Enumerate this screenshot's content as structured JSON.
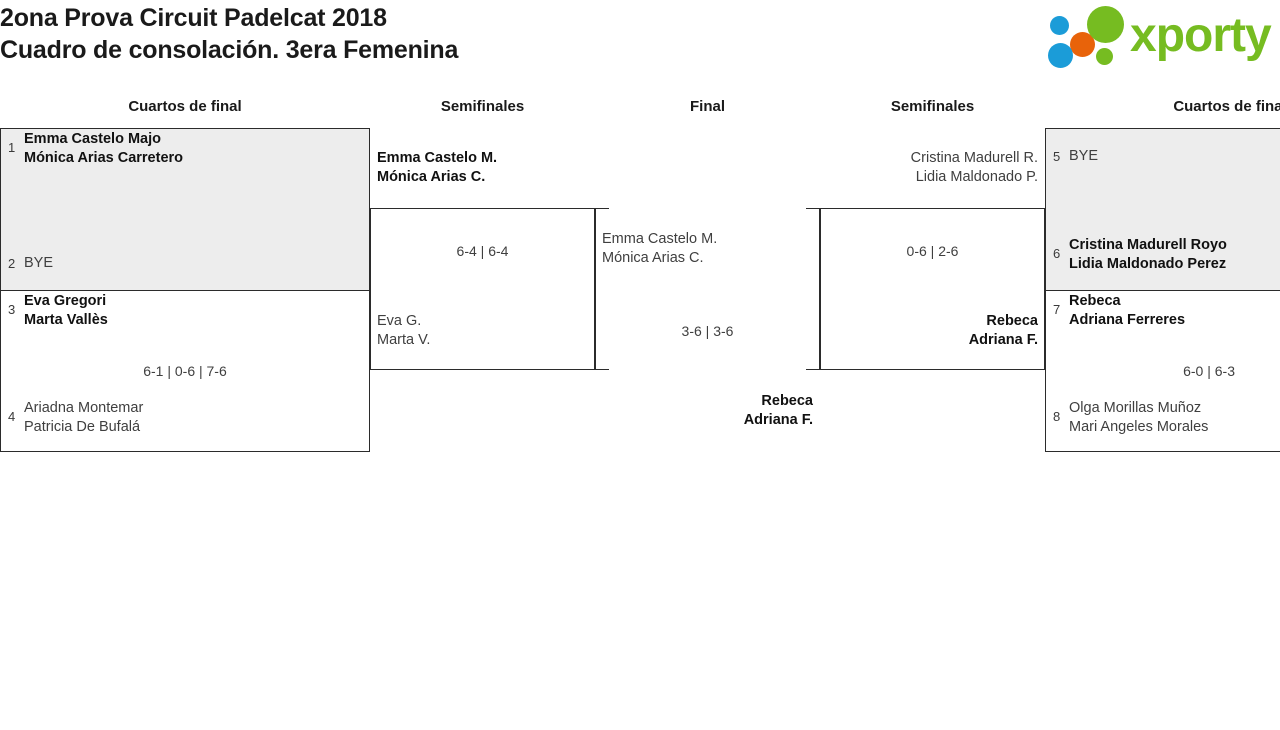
{
  "header": {
    "title_line1": "2ona Prova Circuit Padelcat 2018",
    "title_line2": "Cuadro de consolación. 3era Femenina",
    "logo_text": "xporty",
    "logo_colors": {
      "green": "#76bc21",
      "blue": "#1b9cd8",
      "orange": "#e8630a"
    }
  },
  "rounds": {
    "r1_left_label": "Cuartos de final",
    "sf_left_label": "Semifinales",
    "final_label": "Final",
    "sf_right_label": "Semifinales",
    "r1_right_label": "Cuartos de final"
  },
  "bracket": {
    "left_quarterfinals": [
      {
        "box": "shaded",
        "top": {
          "seed": "1",
          "line1": "Emma Castelo Majo",
          "line2": "Mónica Arias Carretero",
          "winner": true
        },
        "bottom": {
          "seed": "2",
          "line1": "BYE",
          "line2": "",
          "winner": false
        },
        "score": ""
      },
      {
        "box": "plain",
        "top": {
          "seed": "3",
          "line1": "Eva Gregori",
          "line2": "Marta Vallès",
          "winner": true
        },
        "bottom": {
          "seed": "4",
          "line1": "Ariadna Montemar",
          "line2": "Patricia De Bufalá",
          "winner": false
        },
        "score": "6-1 | 0-6 | 7-6"
      }
    ],
    "left_semifinal": {
      "top": {
        "line1": "Emma Castelo M.",
        "line2": "Mónica Arias C.",
        "winner": true
      },
      "bottom": {
        "line1": "Eva G.",
        "line2": "Marta V.",
        "winner": false
      },
      "score": "6-4 | 6-4"
    },
    "final": {
      "top": {
        "line1": "Emma Castelo M.",
        "line2": "Mónica Arias C.",
        "winner": false
      },
      "bottom": {
        "line1": "Rebeca",
        "line2": "Adriana F.",
        "winner": true
      },
      "score": "3-6 | 3-6"
    },
    "right_semifinal": {
      "top": {
        "line1": "Cristina Madurell R.",
        "line2": "Lidia Maldonado P.",
        "winner": false
      },
      "bottom": {
        "line1": "Rebeca",
        "line2": "Adriana F.",
        "winner": true
      },
      "score": "0-6 | 2-6"
    },
    "right_quarterfinals": [
      {
        "box": "shaded",
        "top": {
          "seed": "5",
          "line1": "BYE",
          "line2": "",
          "winner": false
        },
        "bottom": {
          "seed": "6",
          "line1": "Cristina Madurell Royo",
          "line2": "Lidia Maldonado Perez",
          "winner": true
        },
        "score": ""
      },
      {
        "box": "plain",
        "top": {
          "seed": "7",
          "line1": "Rebeca",
          "line2": "Adriana Ferreres",
          "winner": true
        },
        "bottom": {
          "seed": "8",
          "line1": "Olga Morillas Muñoz",
          "line2": "Mari Angeles Morales",
          "winner": false
        },
        "score": "6-0 | 6-3"
      }
    ]
  }
}
